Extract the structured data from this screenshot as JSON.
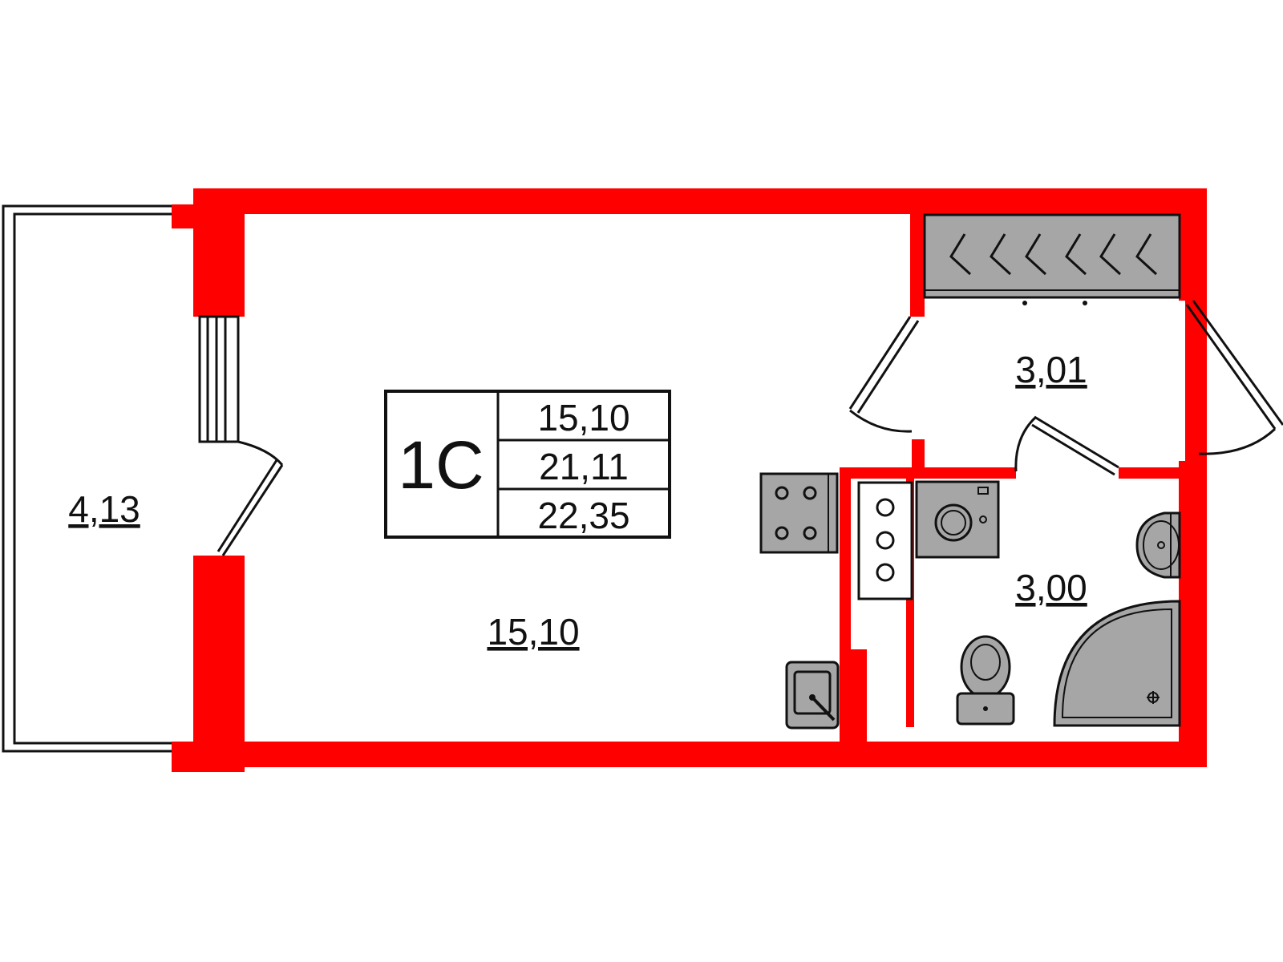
{
  "apartment": {
    "type_code": "1С",
    "summary_areas": [
      "15,10",
      "21,11",
      "22,35"
    ]
  },
  "rooms": {
    "balcony": "4,13",
    "main_room": "15,10",
    "hallway": "3,01",
    "bathroom": "3,00"
  },
  "colors": {
    "wall": "#ff0000",
    "fixture_fill": "#a6a6a6",
    "outline": "#111111",
    "background": "#ffffff"
  },
  "icons": [
    "stove-icon",
    "sink-icon",
    "washing-machine-icon",
    "washbasin-icon",
    "toilet-icon",
    "shower-icon",
    "hanger-icon"
  ]
}
